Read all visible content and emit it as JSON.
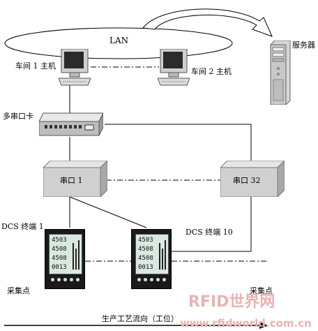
{
  "lan_label": "LAN",
  "server_label": "服务器",
  "host1_label": "车间 1 主机",
  "host2_label": "车间 2 主机",
  "multiport_label": "多串口卡",
  "serial1_label": "串口 1",
  "serial32_label": "串口 32",
  "dcs1_label": "DCS 终端 1",
  "dcs10_label": "DCS 终端 10",
  "collect_left_label": "采集点",
  "collect_right_label": "采集点",
  "flow_label": "生产工艺流向（工位）",
  "meter_readings": [
    "4503",
    "4508",
    "4508",
    "0013"
  ],
  "watermark_title": "RFID世界网",
  "watermark_url": "www.rfidworld.com.cn"
}
